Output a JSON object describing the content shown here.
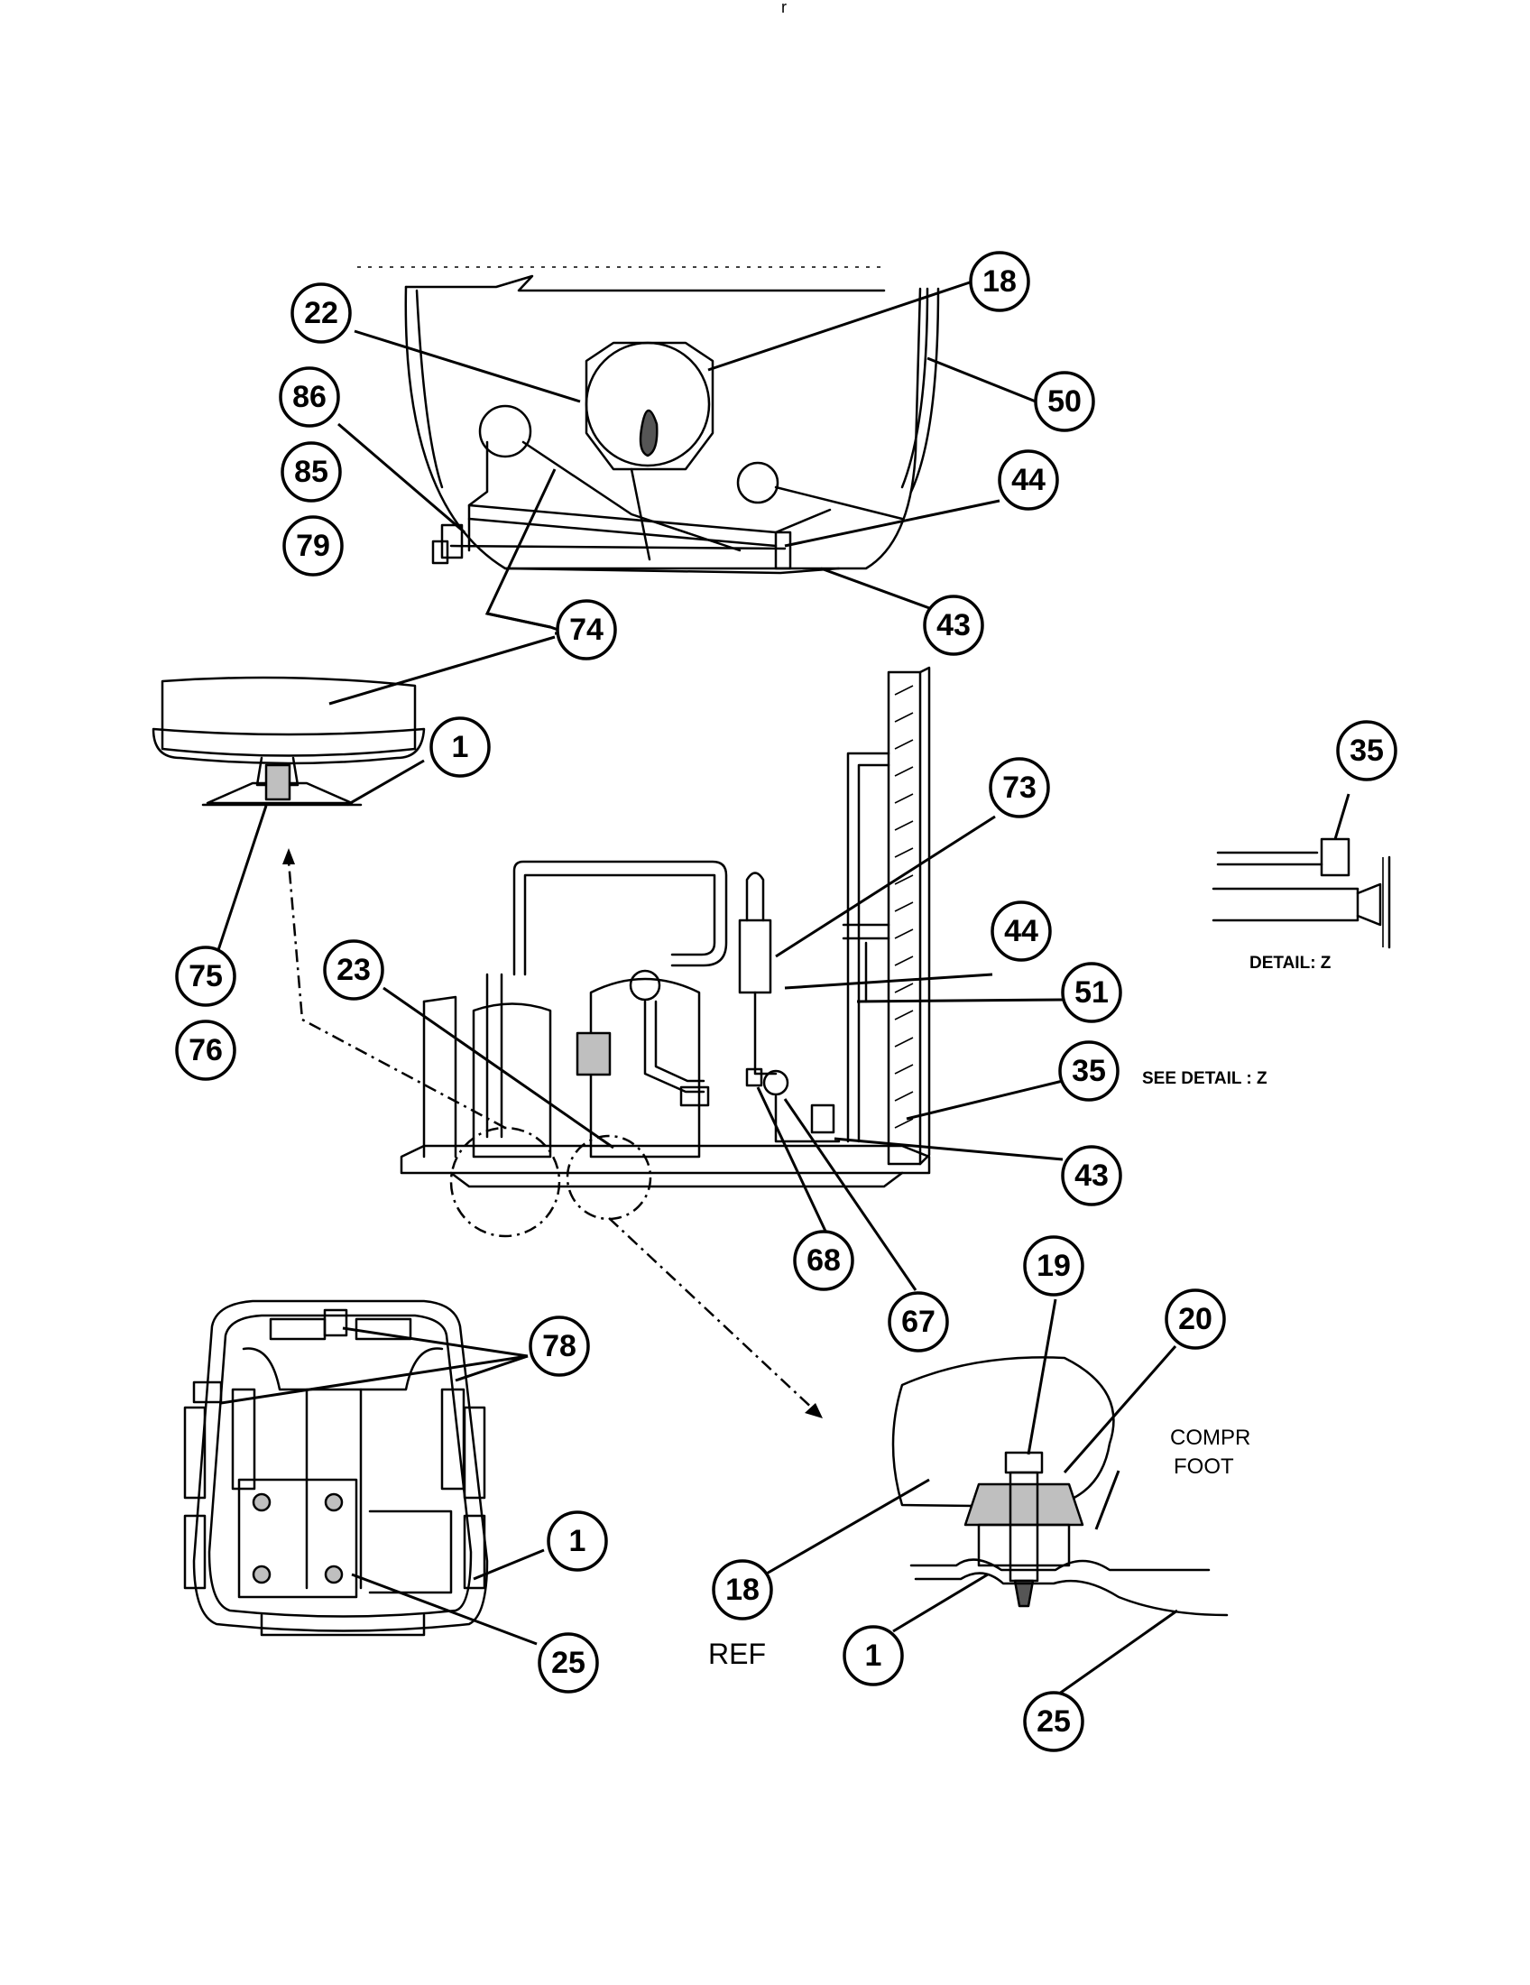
{
  "labels": {
    "detail_z": "DETAIL: Z",
    "see_detail_z": "SEE DETAIL : Z",
    "compr": "COMPR",
    "foot": "FOOT",
    "ref": "REF",
    "top_mark": "r"
  },
  "callouts": [
    {
      "id": "c18a",
      "num": "18"
    },
    {
      "id": "c22",
      "num": "22"
    },
    {
      "id": "c50",
      "num": "50"
    },
    {
      "id": "c86",
      "num": "86"
    },
    {
      "id": "c85",
      "num": "85"
    },
    {
      "id": "c79",
      "num": "79"
    },
    {
      "id": "c44a",
      "num": "44"
    },
    {
      "id": "c43a",
      "num": "43"
    },
    {
      "id": "c74",
      "num": "74"
    },
    {
      "id": "c1a",
      "num": "1"
    },
    {
      "id": "c75",
      "num": "75"
    },
    {
      "id": "c76",
      "num": "76"
    },
    {
      "id": "c73",
      "num": "73"
    },
    {
      "id": "c35a",
      "num": "35"
    },
    {
      "id": "c44b",
      "num": "44"
    },
    {
      "id": "c23",
      "num": "23"
    },
    {
      "id": "c51",
      "num": "51"
    },
    {
      "id": "c35b",
      "num": "35"
    },
    {
      "id": "c43b",
      "num": "43"
    },
    {
      "id": "c68",
      "num": "68"
    },
    {
      "id": "c67",
      "num": "67"
    },
    {
      "id": "c19",
      "num": "19"
    },
    {
      "id": "c20",
      "num": "20"
    },
    {
      "id": "c78",
      "num": "78"
    },
    {
      "id": "c1b",
      "num": "1"
    },
    {
      "id": "c25a",
      "num": "25"
    },
    {
      "id": "c18b",
      "num": "18"
    },
    {
      "id": "c1c",
      "num": "1"
    },
    {
      "id": "c25b",
      "num": "25"
    }
  ]
}
